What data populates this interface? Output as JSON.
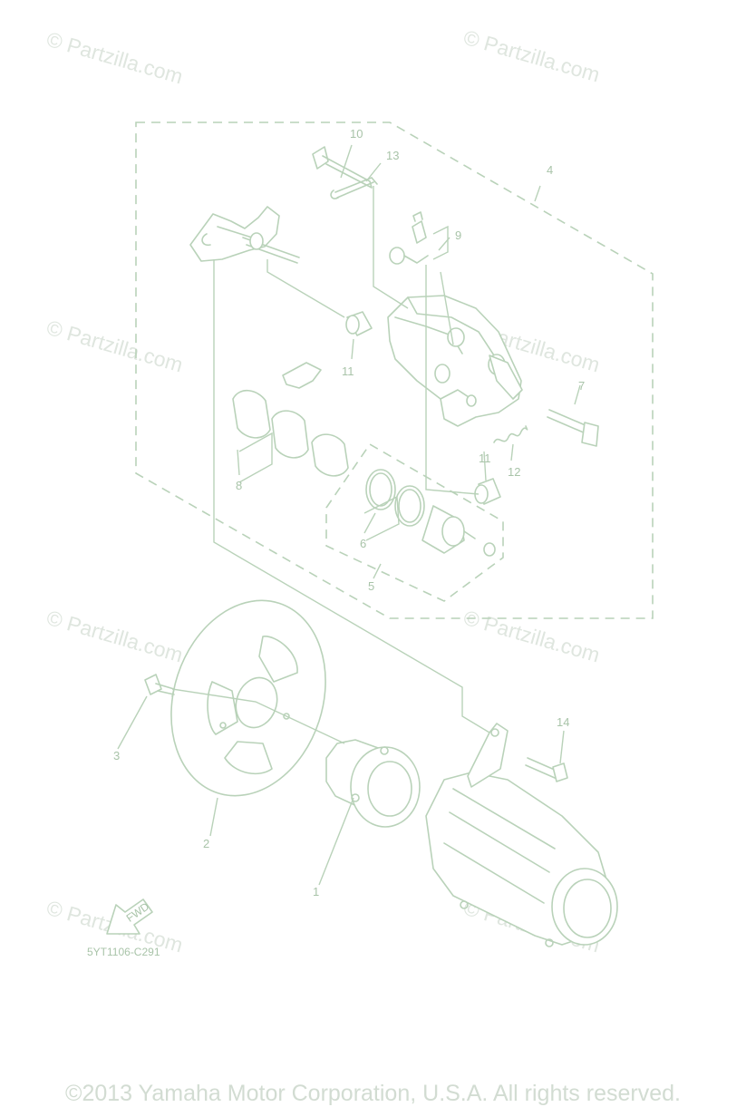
{
  "watermarks": [
    "© Partzilla.com",
    "© Partzilla.com",
    "© Partzilla.com",
    "© Partzilla.com",
    "© Partzilla.com",
    "© Partzilla.com",
    "© Partzilla.com",
    "© Partzilla.com"
  ],
  "callouts": {
    "p1": "1",
    "p2": "2",
    "p3": "3",
    "p4": "4",
    "p5": "5",
    "p6": "6",
    "p7": "7",
    "p8": "8",
    "p9": "9",
    "p10": "10",
    "p11a": "11",
    "p11b": "11",
    "p12": "12",
    "p13": "13",
    "p14": "14"
  },
  "fwd_label": "FWD",
  "diagram_code": "5YT1106-C291",
  "copyright": "©2013 Yamaha Motor Corporation, U.S.A. All rights reserved.",
  "colors": {
    "line": "#b9d2b9",
    "text": "#a9c4a9",
    "watermark": "#dfe6df"
  }
}
